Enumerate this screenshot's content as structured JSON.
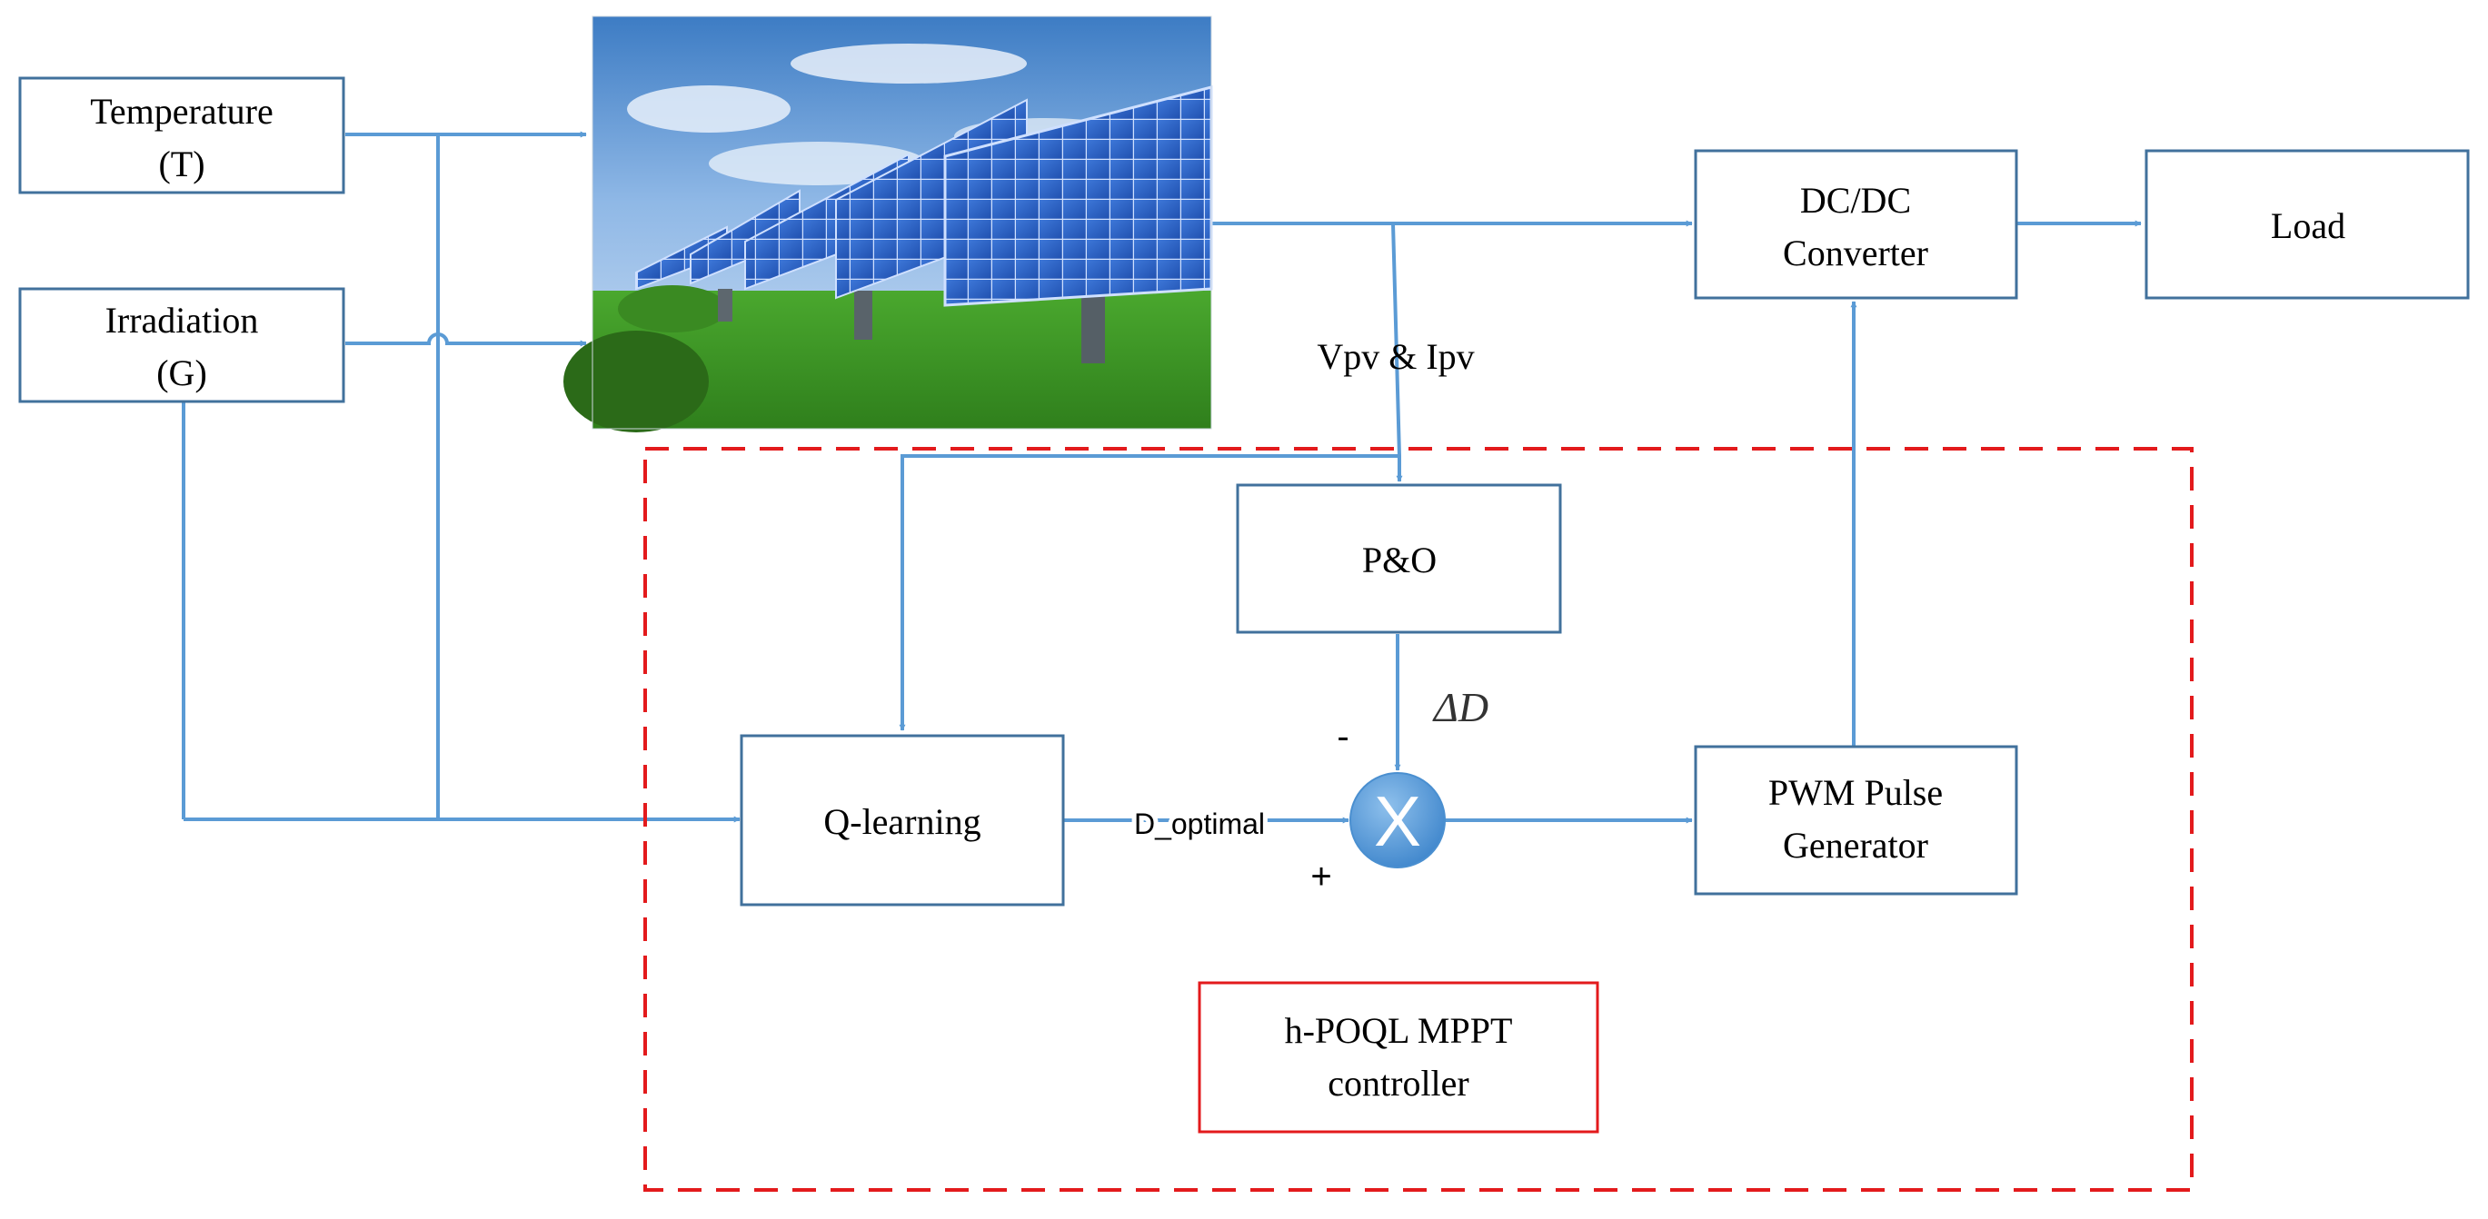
{
  "blocks": {
    "temperature": {
      "line1": "Temperature",
      "line2": "(T)"
    },
    "irradiation": {
      "line1": "Irradiation",
      "line2": "(G)"
    },
    "dcdc": {
      "line1": "DC/DC",
      "line2": "Converter"
    },
    "load": {
      "line1": "Load"
    },
    "po": {
      "line1": "P&O"
    },
    "qlearning": {
      "line1": "Q-learning"
    },
    "pwm": {
      "line1": "PWM Pulse",
      "line2": "Generator"
    },
    "controller": {
      "line1": "h-POQL MPPT",
      "line2": "controller"
    }
  },
  "labels": {
    "vpv_ipv": "Vpv & Ipv",
    "delta_d": "ΔD",
    "d_optimal": "D_optimal",
    "minus": "-",
    "plus": "+",
    "summing_symbol": "X"
  },
  "icons": {
    "solar_panel": "solar-panel-photo",
    "summing_junction": "summing-junction-icon"
  },
  "colors": {
    "line": "#5b9bd5",
    "box_border": "#41719c",
    "controller_border": "#e31a1c",
    "sky": "#4a86c8",
    "grass": "#3f9c2a",
    "panel": "#2c62c4",
    "junction": "#5b9bd5"
  }
}
